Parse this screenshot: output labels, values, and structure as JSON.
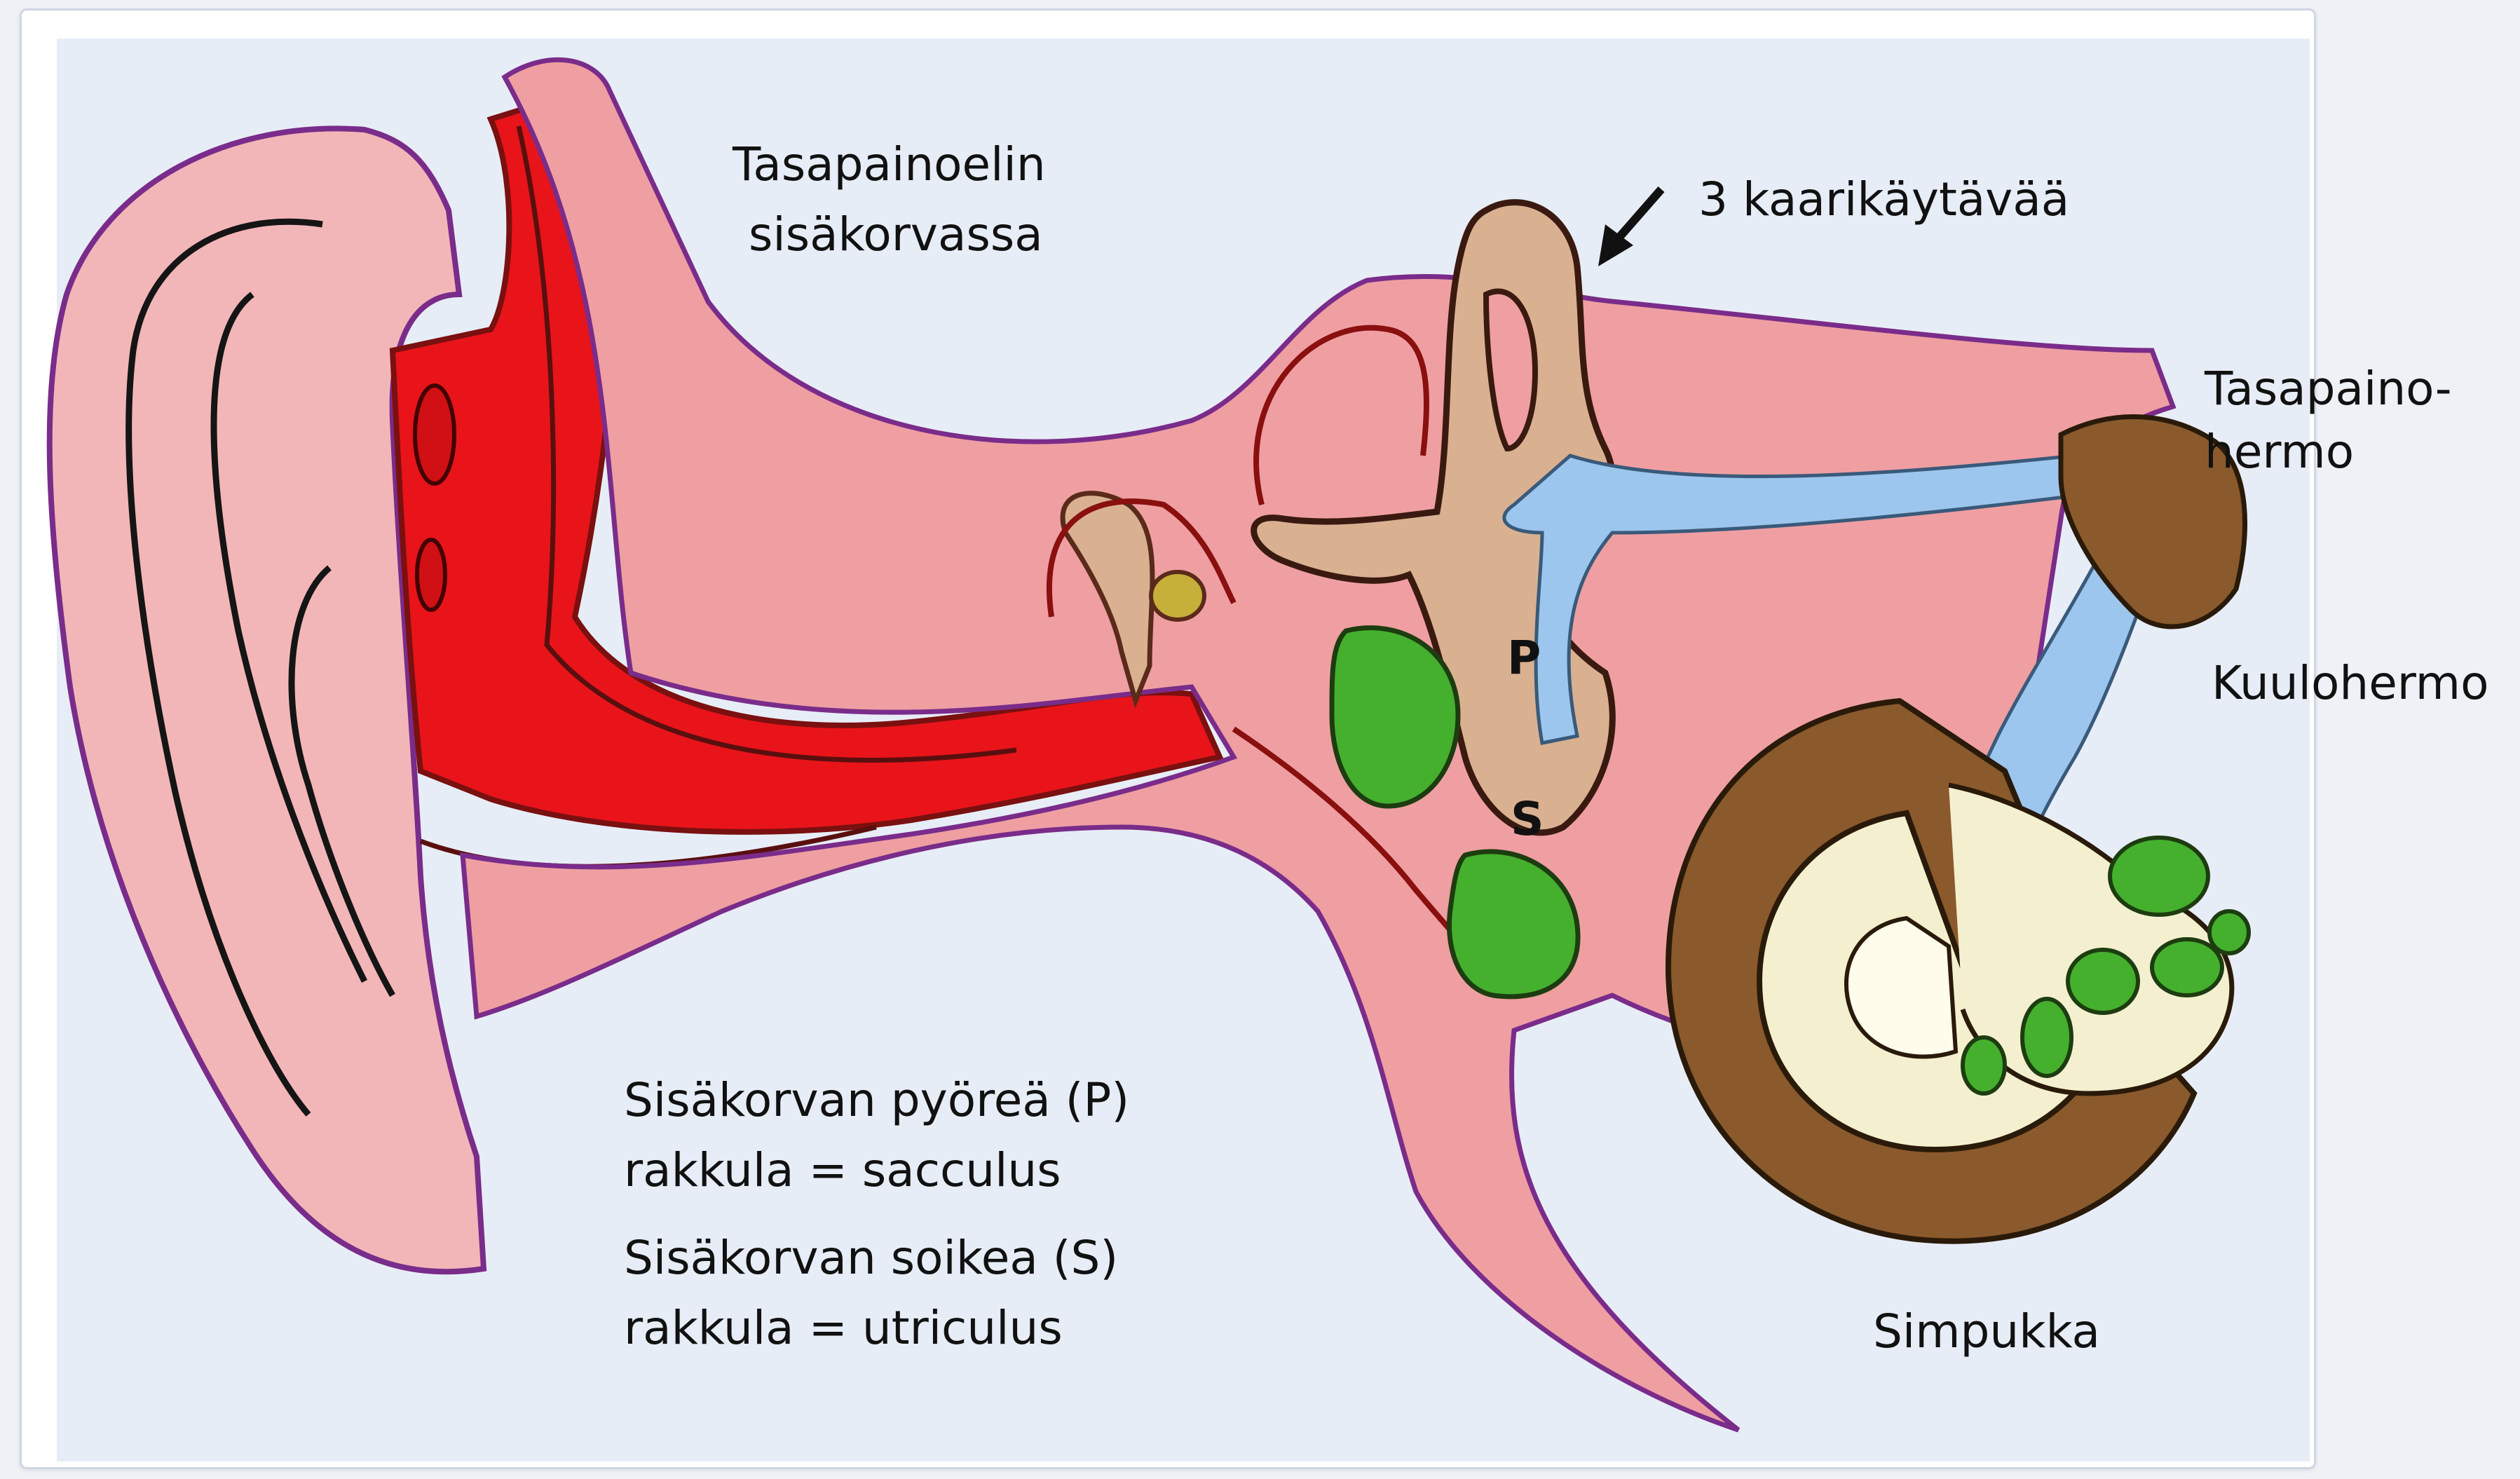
{
  "labels": {
    "vestibular_title_1": "Tasapainoelin",
    "vestibular_title_2": "sisäkorvassa",
    "canals": "3 kaarikäytävää",
    "vestibular_nerve_1": "Tasapaino-",
    "vestibular_nerve_2": "hermo",
    "cochlear_nerve": "Kuulohermo",
    "cochlea": "Simpukka",
    "p_marker": "P",
    "s_marker": "S",
    "sacculus_1": "Sisäkorvan pyöreä (P)",
    "sacculus_2": "rakkula = sacculus",
    "utriculus_1": "Sisäkorvan soikea (S)",
    "utriculus_2": "rakkula = utriculus"
  },
  "colors": {
    "skin": "#f3b6b8",
    "canal_red": "#e8141a",
    "middle_pink": "#ef9fa2",
    "bone_tan": "#d9b191",
    "vesicle_green": "#45b02e",
    "nerve_blue": "#9cc6ee",
    "cochlea_brown": "#8a5a2c",
    "cochlea_cream": "#f4f0cf",
    "outline_purple": "#7a2c8a"
  }
}
